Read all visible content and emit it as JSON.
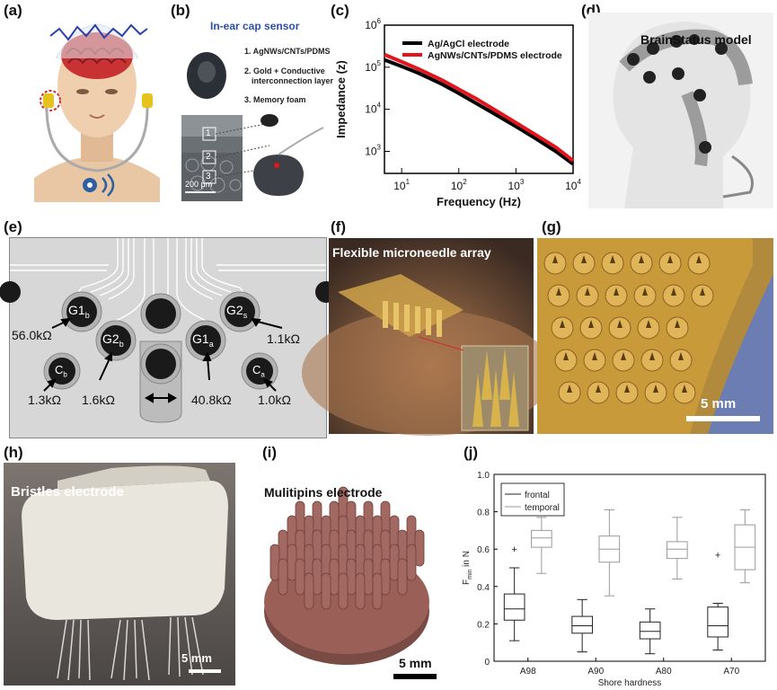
{
  "labels": {
    "a": "(a)",
    "b": "(b)",
    "c": "(c)",
    "d": "(d)",
    "e": "(e)",
    "f": "(f)",
    "g": "(g)",
    "h": "(h)",
    "i": "(i)",
    "j": "(j)"
  },
  "panel_b": {
    "title": "In-ear cap sensor",
    "layers": [
      "1. AgNWs/CNTs/PDMS",
      "2. Gold + Conductive interconnection layer",
      "3. Memory foam"
    ],
    "layer_line1": "1. AgNWs/CNTs/PDMS",
    "layer_line2a": "2. Gold + Conductive",
    "layer_line2b": "interconnection layer",
    "layer_line3": "3. Memory foam",
    "markers": [
      "1",
      "2",
      "3"
    ],
    "scale": "200 μm"
  },
  "panel_d": {
    "title": "BrainStatus model"
  },
  "panel_e": {
    "electrodes": [
      "G1b",
      "G2s",
      "Cb",
      "G2b",
      "G1a",
      "Ca"
    ],
    "e_G1b": "G1",
    "e_G1b_sub": "b",
    "e_G2s": "G2",
    "e_G2s_sub": "s",
    "e_Cb": "C",
    "e_Cb_sub": "b",
    "e_G2b": "G2",
    "e_G2b_sub": "b",
    "e_G1a": "G1",
    "e_G1a_sub": "a",
    "e_Ca": "C",
    "e_Ca_sub": "a",
    "r1": "56.0kΩ",
    "r2": "1.1kΩ",
    "r3": "1.3kΩ",
    "r4": "1.6kΩ",
    "r5": "40.8kΩ",
    "r6": "1.0kΩ"
  },
  "panel_f": {
    "title": "Flexible microneedle array"
  },
  "panel_g": {
    "scale": "5 mm"
  },
  "panel_h": {
    "title": "Bristles electrode",
    "scale": "5 mm"
  },
  "panel_i": {
    "title": "Mulitipins electrode",
    "scale": "5 mm"
  },
  "colors": {
    "black_series": "#000000",
    "red_series": "#e3141b",
    "gold": "#c99a3a"
  },
  "chart_data": [
    {
      "panel": "c",
      "type": "line",
      "xlabel": "Frequency (Hz)",
      "ylabel": "Impedance (z)",
      "x_scale": "log",
      "y_scale": "log",
      "xlim": [
        5,
        10000
      ],
      "ylim": [
        300,
        1000000
      ],
      "xticks": [
        "10^1",
        "10^2",
        "10^3",
        "10^4"
      ],
      "yticks": [
        "10^3",
        "10^4",
        "10^5",
        "10^6"
      ],
      "legend_position": "top-right",
      "series": [
        {
          "name": "Ag/AgCl electrode",
          "color": "#000000",
          "x": [
            5,
            10,
            20,
            50,
            100,
            200,
            500,
            1000,
            2000,
            5000,
            10000
          ],
          "y": [
            150000,
            105000,
            72000,
            40000,
            24000,
            14000,
            6800,
            3900,
            2200,
            1000,
            500
          ]
        },
        {
          "name": "AgNWs/CNTs/PDMS electrode",
          "color": "#e3141b",
          "x": [
            5,
            10,
            20,
            50,
            100,
            200,
            500,
            1000,
            2000,
            5000,
            10000
          ],
          "y": [
            200000,
            135000,
            90000,
            50000,
            30000,
            18000,
            8500,
            4800,
            2700,
            1250,
            600
          ]
        }
      ]
    },
    {
      "panel": "j",
      "type": "box",
      "ylabel": "F_min in N",
      "ylabel_main": "F",
      "ylabel_sub": "min",
      "ylabel_rest": " in N",
      "xlabel": "Shore hardness",
      "ylim": [
        0,
        1.0
      ],
      "yticks": [
        "0",
        "0.2",
        "0.4",
        "0.6",
        "0.8",
        "1.0"
      ],
      "categories": [
        "A98",
        "A90",
        "A80",
        "A70"
      ],
      "legend_position": "top-left",
      "legend": [
        "frontal",
        "temporal"
      ],
      "series": [
        {
          "name": "frontal",
          "color": "#222222",
          "boxes": [
            {
              "min": 0.11,
              "q1": 0.22,
              "median": 0.28,
              "q3": 0.36,
              "max": 0.5,
              "outliers": [
                0.6
              ]
            },
            {
              "min": 0.05,
              "q1": 0.15,
              "median": 0.19,
              "q3": 0.24,
              "max": 0.33,
              "outliers": []
            },
            {
              "min": 0.04,
              "q1": 0.12,
              "median": 0.16,
              "q3": 0.21,
              "max": 0.28,
              "outliers": []
            },
            {
              "min": 0.06,
              "q1": 0.13,
              "median": 0.19,
              "q3": 0.29,
              "max": 0.31,
              "outliers": [
                0.57
              ]
            }
          ]
        },
        {
          "name": "temporal",
          "color": "#9a9a9a",
          "boxes": [
            {
              "min": 0.47,
              "q1": 0.61,
              "median": 0.66,
              "q3": 0.7,
              "max": 0.77,
              "outliers": []
            },
            {
              "min": 0.35,
              "q1": 0.53,
              "median": 0.6,
              "q3": 0.67,
              "max": 0.81,
              "outliers": []
            },
            {
              "min": 0.44,
              "q1": 0.55,
              "median": 0.6,
              "q3": 0.64,
              "max": 0.77,
              "outliers": []
            },
            {
              "min": 0.42,
              "q1": 0.49,
              "median": 0.61,
              "q3": 0.73,
              "max": 0.81,
              "outliers": []
            }
          ]
        }
      ]
    }
  ]
}
